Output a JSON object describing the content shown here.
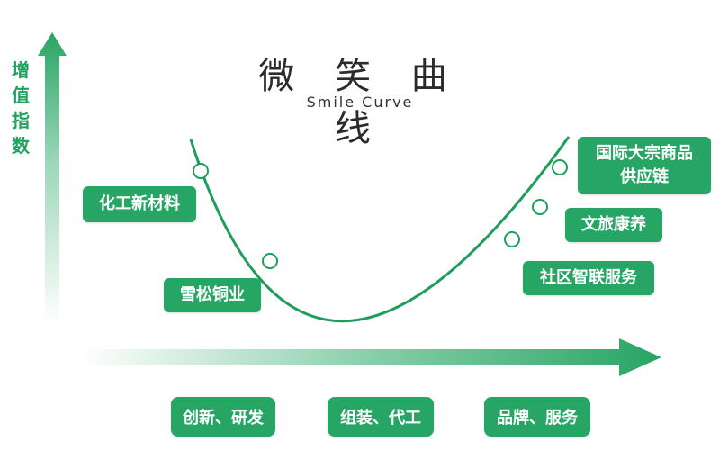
{
  "title": "微 笑 曲 线",
  "subtitle": "Smile Curve",
  "y_axis_label": "增值指数",
  "colors": {
    "green": "#27a564",
    "curve": "#1e9e5a"
  },
  "industries": {
    "chemical_materials": "化工新材料",
    "xuesong_copper": "雪松铜业",
    "commodity_supply_chain": "国际大宗商品\n供应链",
    "culture_tourism_health": "文旅康养",
    "community_services": "社区智联服务"
  },
  "stages": {
    "rd": "创新、研发",
    "assembly": "组装、代工",
    "brand": "品牌、服务"
  }
}
